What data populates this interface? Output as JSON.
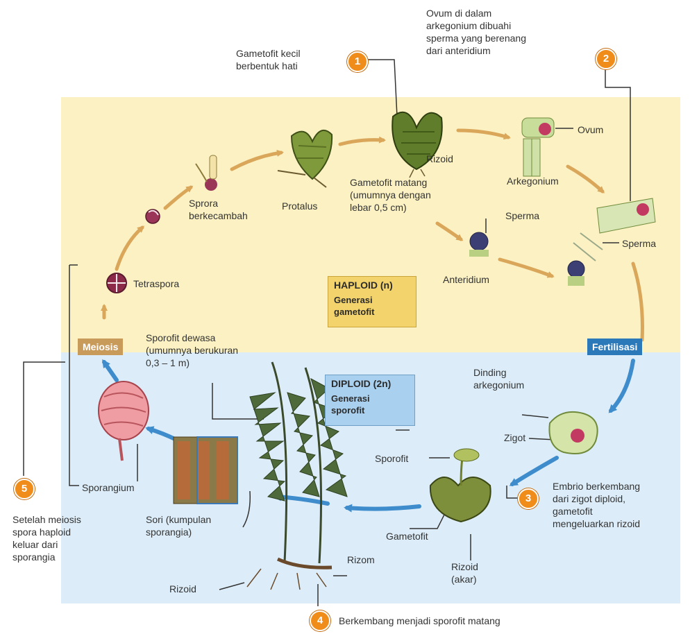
{
  "colors": {
    "haploid_bg": "#fbf1c2",
    "diploid_bg": "#dcedf9",
    "haploid_arrow": "#d9a65a",
    "diploid_arrow": "#3e8ccc",
    "badge": "#f08c1a",
    "meiosis_tag": "#c99b5a",
    "fertilisasi_tag": "#2b79b8"
  },
  "steps": {
    "s1": {
      "number": "1",
      "text": "Gametofit kecil\nberbentuk hati"
    },
    "s2": {
      "number": "2",
      "text": "Ovum di dalam\narkegonium dibuahi\nsperma yang berenang\ndari anteridium"
    },
    "s3": {
      "number": "3",
      "text": "Embrio berkembang\ndari zigot diploid,\ngametofit\nmengeluarkan rizoid"
    },
    "s4": {
      "number": "4",
      "text": "Berkembang menjadi sporofit matang"
    },
    "s5": {
      "number": "5",
      "text": "Setelah meiosis\nspora haploid\nkeluar dari\nsporangia"
    }
  },
  "labels": {
    "tetraspora": "Tetraspora",
    "spora_berkecambah": "Sprora\nberkecambah",
    "protalus": "Protalus",
    "rizoid_top": "Rizoid",
    "gametofit_matang": "Gametofit matang\n(umumnya dengan\nlebar 0,5 cm)",
    "ovum": "Ovum",
    "arkegonium": "Arkegonium",
    "sperma_top": "Sperma",
    "sperma_right": "Sperma",
    "anteridium": "Anteridium",
    "sporofit_dewasa": "Sporofit dewasa\n(umumnya berukuran\n0,3 – 1 m)",
    "dinding_arkegonium": "Dinding\narkegonium",
    "zigot": "Zigot",
    "sporofit_small": "Sporofit",
    "gametofit_bottom": "Gametofit",
    "rizoid_akar": "Rizoid\n(akar)",
    "sporangium": "Sporangium",
    "sori": "Sori (kumpulan\nsporangia)",
    "rizom": "Rizom",
    "rizoid_bottom": "Rizoid"
  },
  "haploid_box": {
    "title": "HAPLOID (n)",
    "subtitle": "Generasi\ngametofit"
  },
  "diploid_box": {
    "title": "DIPLOID (2n)",
    "subtitle": "Generasi\nsporofit"
  },
  "tags": {
    "meiosis": "Meiosis",
    "fertilisasi": "Fertilisasi"
  }
}
